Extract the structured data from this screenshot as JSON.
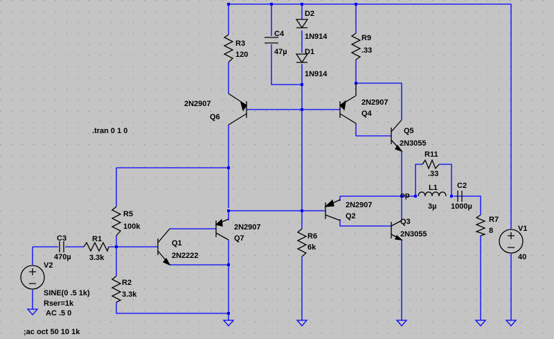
{
  "colors": {
    "background": "#c4c4c4",
    "wire": "#0000ff",
    "part": "#000000",
    "junction": "#0000ff",
    "grid_dot": "#7a7a7a"
  },
  "directives": {
    "tran": ".tran 0 1 0",
    "ac": ";ac oct 50 10 1k"
  },
  "nets": {
    "output_label": "op"
  },
  "components": {
    "R3": {
      "ref": "R3",
      "value": "120"
    },
    "C4": {
      "ref": "C4",
      "value": "47µ"
    },
    "D2": {
      "ref": "D2",
      "value": "1N914"
    },
    "D1": {
      "ref": "D1",
      "value": "1N914"
    },
    "R9": {
      "ref": "R9",
      "value": ".33"
    },
    "Q6": {
      "ref": "Q6",
      "value": "2N2907"
    },
    "Q4": {
      "ref": "Q4",
      "value": "2N2907"
    },
    "Q5": {
      "ref": "Q5",
      "value": "2N3055"
    },
    "R11": {
      "ref": "R11",
      "value": ".33"
    },
    "L1": {
      "ref": "L1",
      "value": "3µ"
    },
    "C2": {
      "ref": "C2",
      "value": "1000µ"
    },
    "R7": {
      "ref": "R7",
      "value": "8"
    },
    "V1": {
      "ref": "V1",
      "value": "40"
    },
    "R5": {
      "ref": "R5",
      "value": "100k"
    },
    "Q7": {
      "ref": "Q7",
      "value": "2N2907"
    },
    "Q2": {
      "ref": "Q2",
      "value": "2N2907"
    },
    "Q3": {
      "ref": "Q3",
      "value": "2N3055"
    },
    "R6": {
      "ref": "R6",
      "value": "6k"
    },
    "C3": {
      "ref": "C3",
      "value": "470µ"
    },
    "R1": {
      "ref": "R1",
      "value": "3.3k"
    },
    "Q1": {
      "ref": "Q1",
      "value": "2N2222"
    },
    "R2": {
      "ref": "R2",
      "value": "3.3k"
    },
    "V2": {
      "ref": "V2",
      "source": "SINE(0 .5 1k)",
      "rser": "Rser=1k",
      "ac": "AC .5 0"
    }
  }
}
